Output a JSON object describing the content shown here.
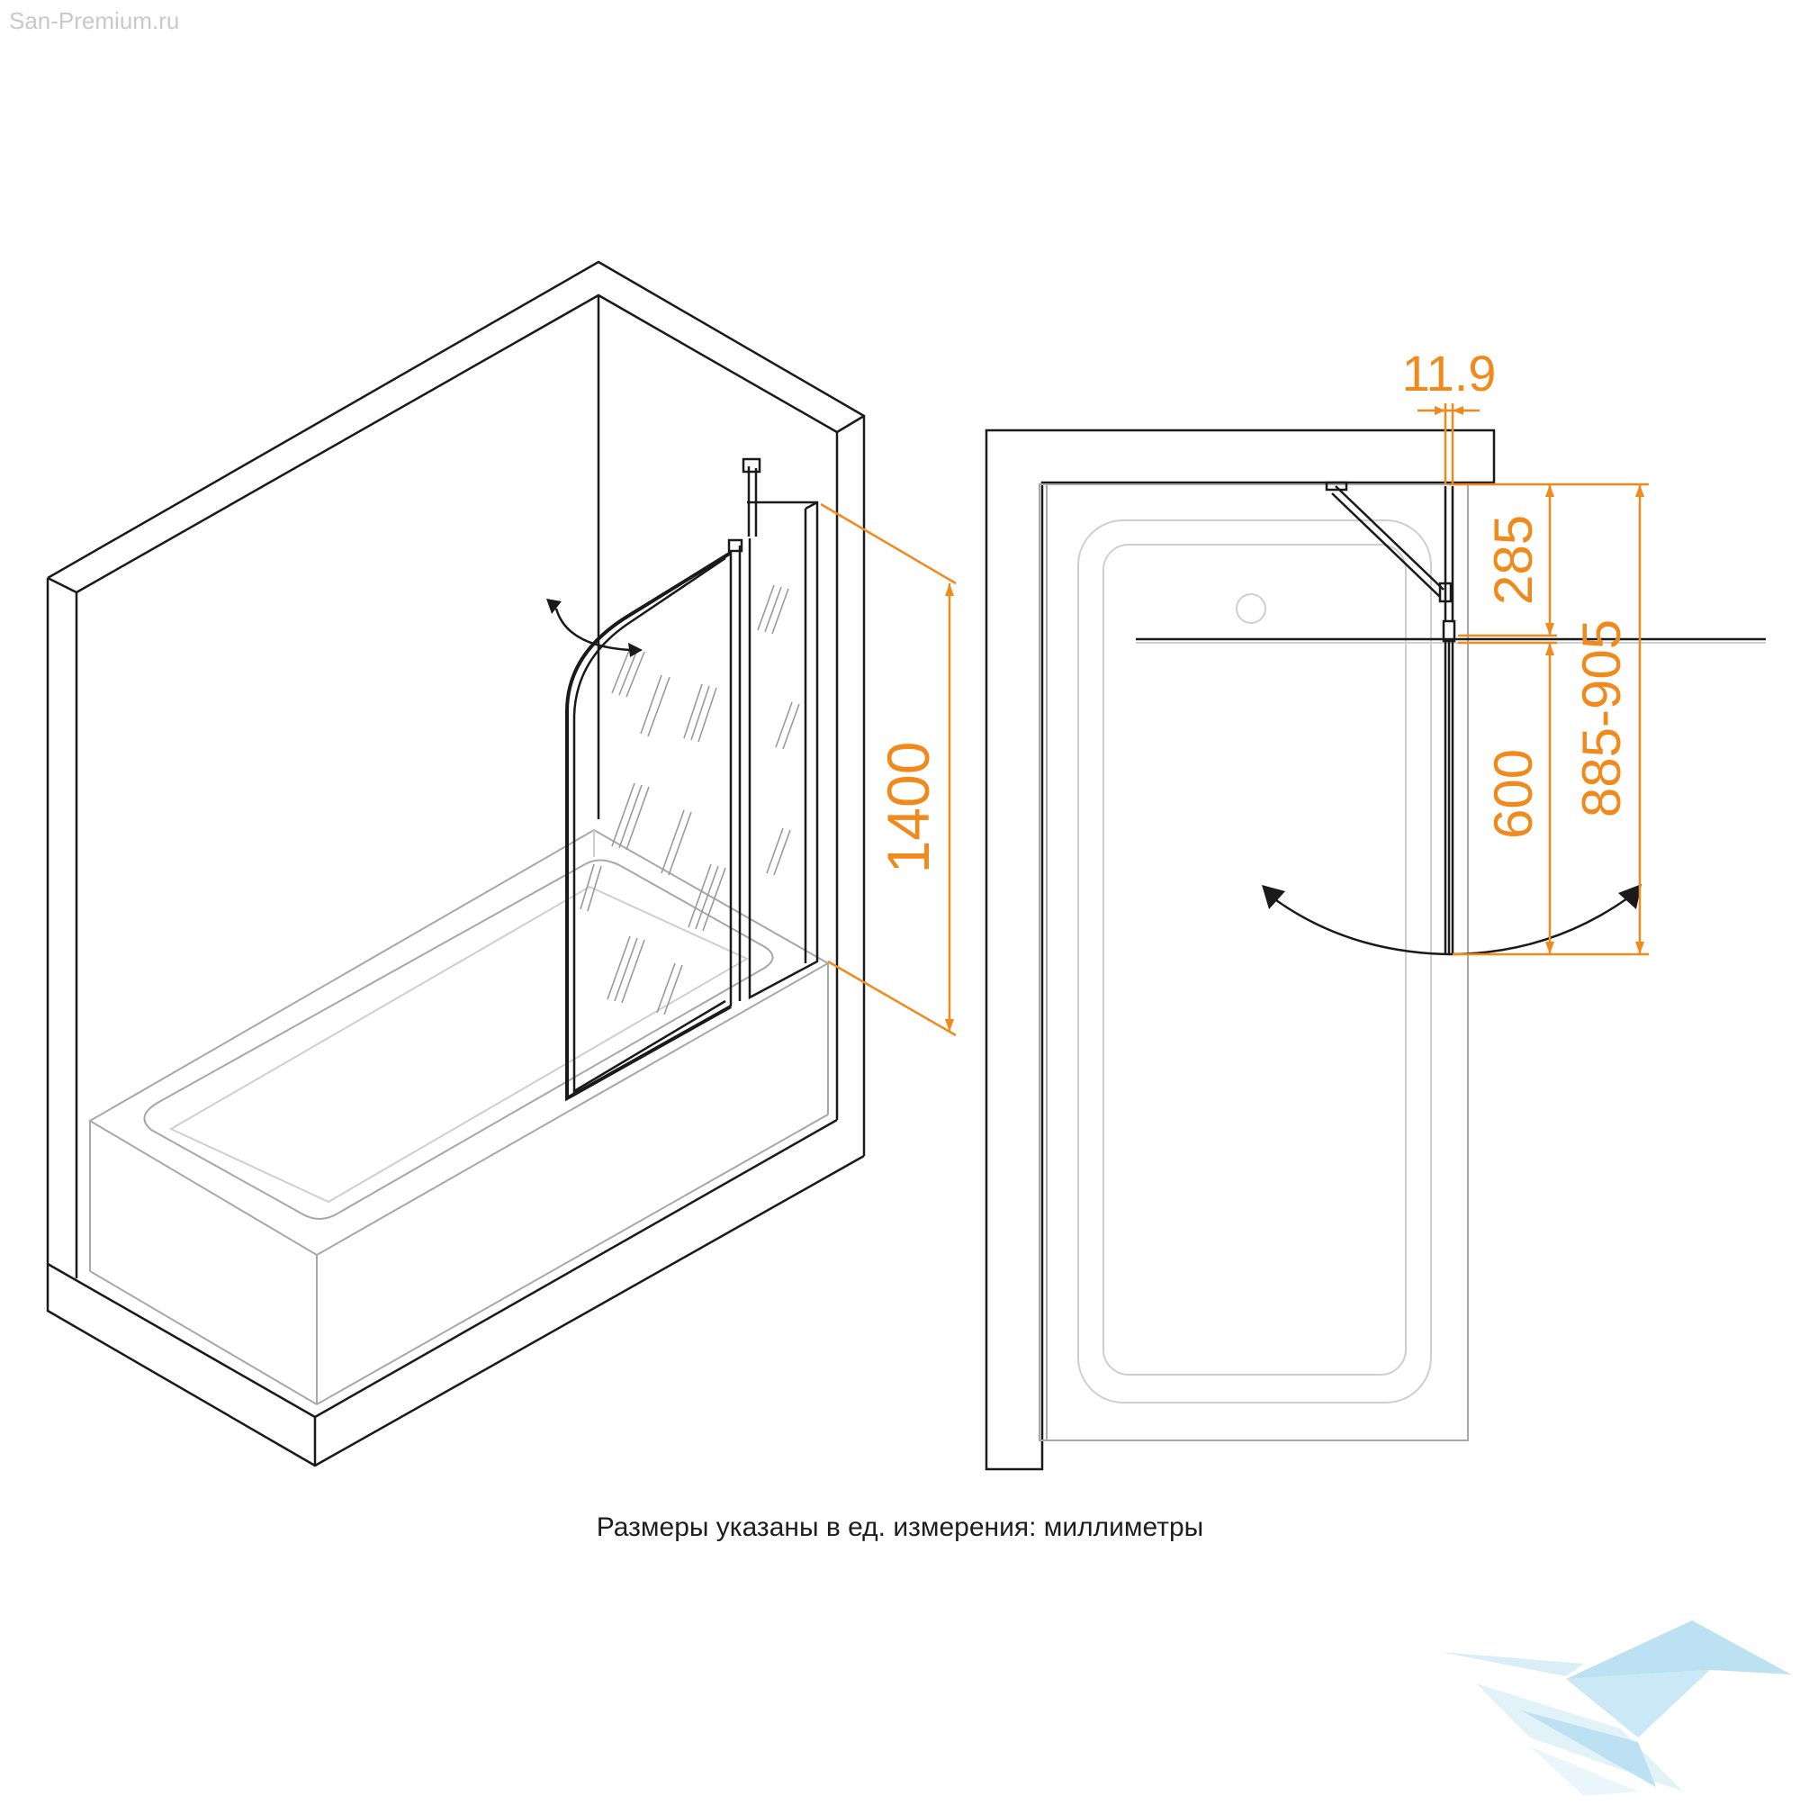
{
  "watermark": "San-Premium.ru",
  "caption": "Размеры указаны в ед. измерения: миллиметры",
  "dimensions": {
    "height": "1400",
    "thickness": "11.9",
    "top_offset": "285",
    "panel_width": "600",
    "total_width": "885-905"
  },
  "colors": {
    "dimension": "#f08a1c",
    "line": "#1a1a1a",
    "bath": "#a8a8a8",
    "logo": "#a6d8ee"
  }
}
